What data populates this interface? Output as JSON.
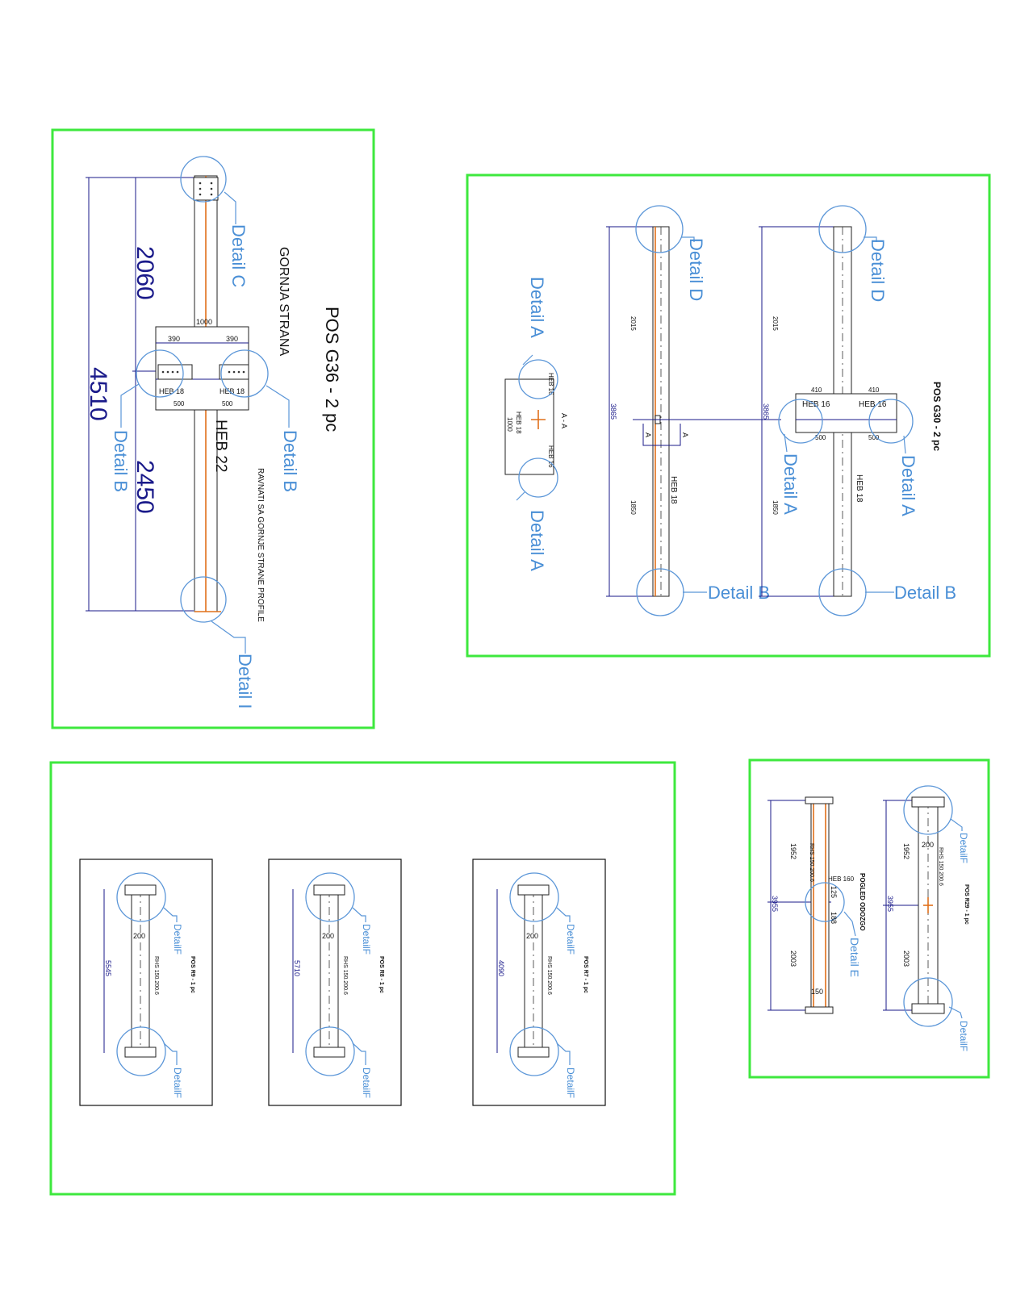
{
  "sheets": {
    "g36": {
      "title": "POS G36 - 2 pc",
      "side_label": "GORNJA STRANA",
      "note": "RAVNATI SA GORNJE STRANE PROFILE",
      "profile": "HEB 22",
      "dims": {
        "total": "4510",
        "upper": "2060",
        "lower": "2450",
        "arm_width": "1000",
        "arm_left": "390",
        "arm_right": "390",
        "arm_len_l": "500",
        "arm_len_r": "500"
      },
      "arm_profile_l": "HEB 18",
      "arm_profile_r": "HEB 18",
      "details": {
        "top": "Detail C",
        "left": "Detail B",
        "right": "Detail B",
        "bottom": "Detail I"
      }
    },
    "g30": {
      "title": "POS G30 - 2 pc",
      "section_label": "A - A",
      "section_marker": "A",
      "profile": "HEB 18",
      "dims": {
        "total": "3865",
        "upper": "2015",
        "lower": "1850",
        "arm_l": "410",
        "arm_r": "410",
        "len_l": "500",
        "len_r": "500",
        "sec_len": "1000"
      },
      "arm_profile": "HEB 16",
      "sec_profiles": {
        "a": "HEB 16",
        "b": "HEB 18",
        "c": "HEB 16"
      },
      "details": {
        "d": "Detail D",
        "b": "Detail B",
        "a": "Detail A"
      }
    },
    "rseries": [
      {
        "title": "POS R9 - 1 pc",
        "profile": "RHS 150.200.6",
        "length": "5545",
        "width": "200",
        "detail": "DetailF"
      },
      {
        "title": "POS R8 - 1 pc",
        "profile": "RHS 150.200.6",
        "length": "5710",
        "width": "200",
        "detail": "DetailF"
      },
      {
        "title": "POS R7 - 1 pc",
        "profile": "RHS 150.200.6",
        "length": "4090",
        "width": "200",
        "detail": "DetailF"
      }
    ],
    "r29": {
      "title": "POS R29 - 1 pc",
      "view_label": "POGLED ODOZGO",
      "profile": "RHS 150.200.6",
      "cross_profile": "HEB 160",
      "dims": {
        "total": "3955",
        "upper": "1952",
        "lower": "2003",
        "top_w": "200",
        "bot_w": "150",
        "angle_a": "125",
        "angle_b": "188"
      },
      "details": {
        "e": "Detail E",
        "f": "DetailF"
      }
    }
  }
}
